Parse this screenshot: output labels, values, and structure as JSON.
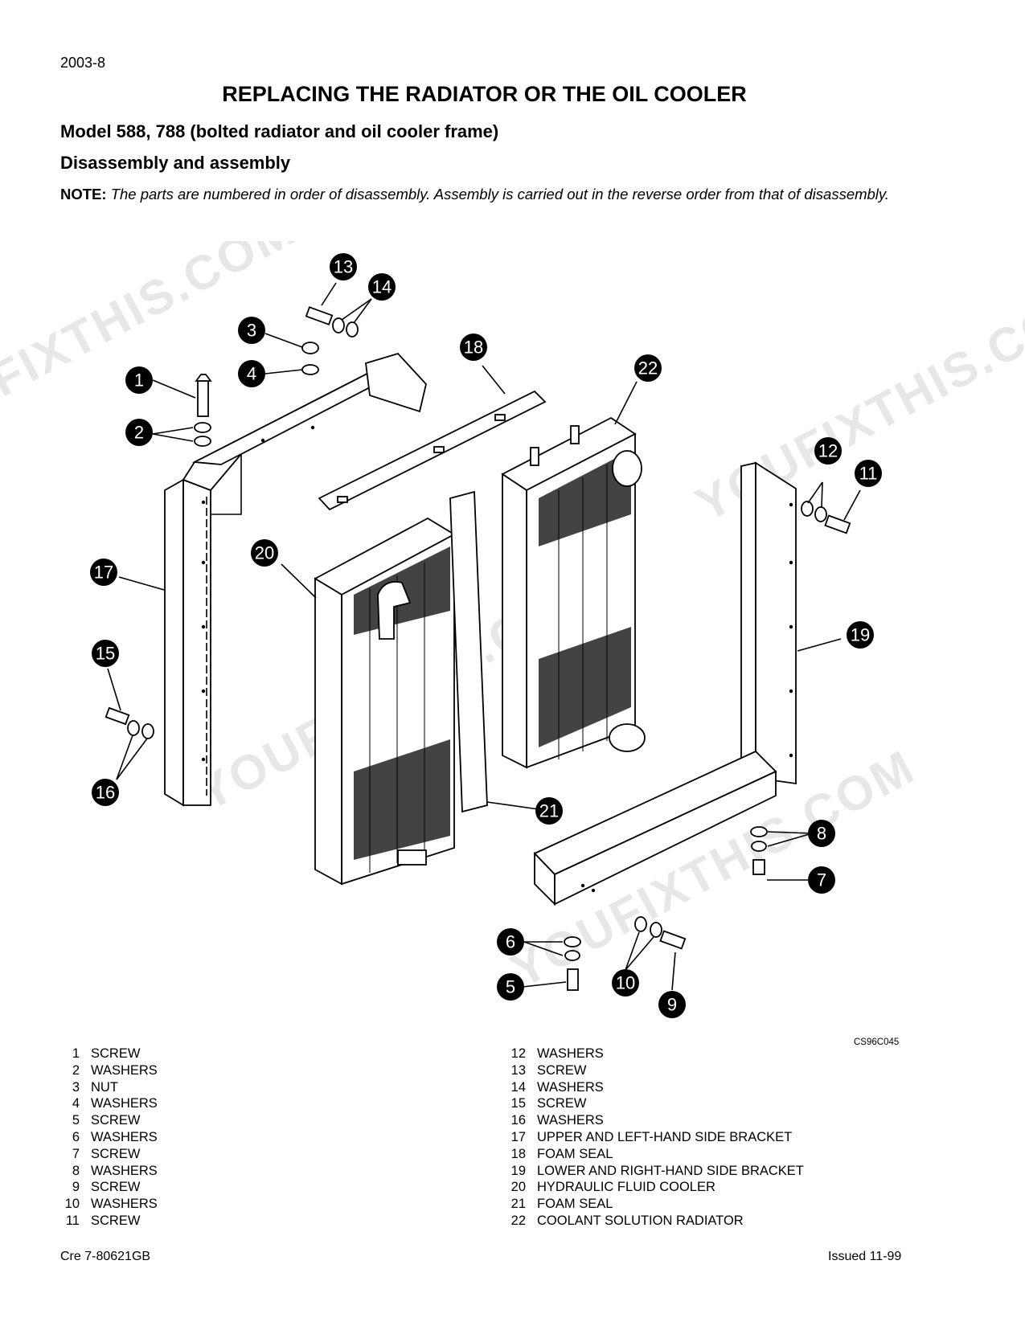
{
  "page_number": "2003-8",
  "title": "REPLACING THE RADIATOR OR THE OIL COOLER",
  "subtitle": "Model 588, 788 (bolted radiator and oil cooler frame)",
  "section": "Disassembly and assembly",
  "note": {
    "label": "NOTE:",
    "text": "The parts are numbered in order of disassembly. Assembly is carried out in the reverse order from that of disassembly."
  },
  "figure_code": "CS96C045",
  "callouts": [
    "1",
    "2",
    "3",
    "4",
    "5",
    "6",
    "7",
    "8",
    "9",
    "10",
    "11",
    "12",
    "13",
    "14",
    "15",
    "16",
    "17",
    "18",
    "19",
    "20",
    "21",
    "22"
  ],
  "parts_left": [
    {
      "num": "1",
      "name": "SCREW"
    },
    {
      "num": "2",
      "name": "WASHERS"
    },
    {
      "num": "3",
      "name": "NUT"
    },
    {
      "num": "4",
      "name": "WASHERS"
    },
    {
      "num": "5",
      "name": "SCREW"
    },
    {
      "num": "6",
      "name": "WASHERS"
    },
    {
      "num": "7",
      "name": "SCREW"
    },
    {
      "num": "8",
      "name": "WASHERS"
    },
    {
      "num": "9",
      "name": "SCREW"
    },
    {
      "num": "10",
      "name": "WASHERS"
    },
    {
      "num": "11",
      "name": "SCREW"
    }
  ],
  "parts_right": [
    {
      "num": "12",
      "name": "WASHERS"
    },
    {
      "num": "13",
      "name": "SCREW"
    },
    {
      "num": "14",
      "name": "WASHERS"
    },
    {
      "num": "15",
      "name": "SCREW"
    },
    {
      "num": "16",
      "name": "WASHERS"
    },
    {
      "num": "17",
      "name": "UPPER AND LEFT-HAND SIDE BRACKET"
    },
    {
      "num": "18",
      "name": "FOAM SEAL"
    },
    {
      "num": "19",
      "name": "LOWER AND RIGHT-HAND SIDE BRACKET"
    },
    {
      "num": "20",
      "name": "HYDRAULIC FLUID COOLER"
    },
    {
      "num": "21",
      "name": "FOAM SEAL"
    },
    {
      "num": "22",
      "name": "COOLANT SOLUTION RADIATOR"
    }
  ],
  "watermark": "YOUFIXTHIS.COM",
  "footer_left": "Cre  7-80621GB",
  "footer_right": "Issued 11-99"
}
